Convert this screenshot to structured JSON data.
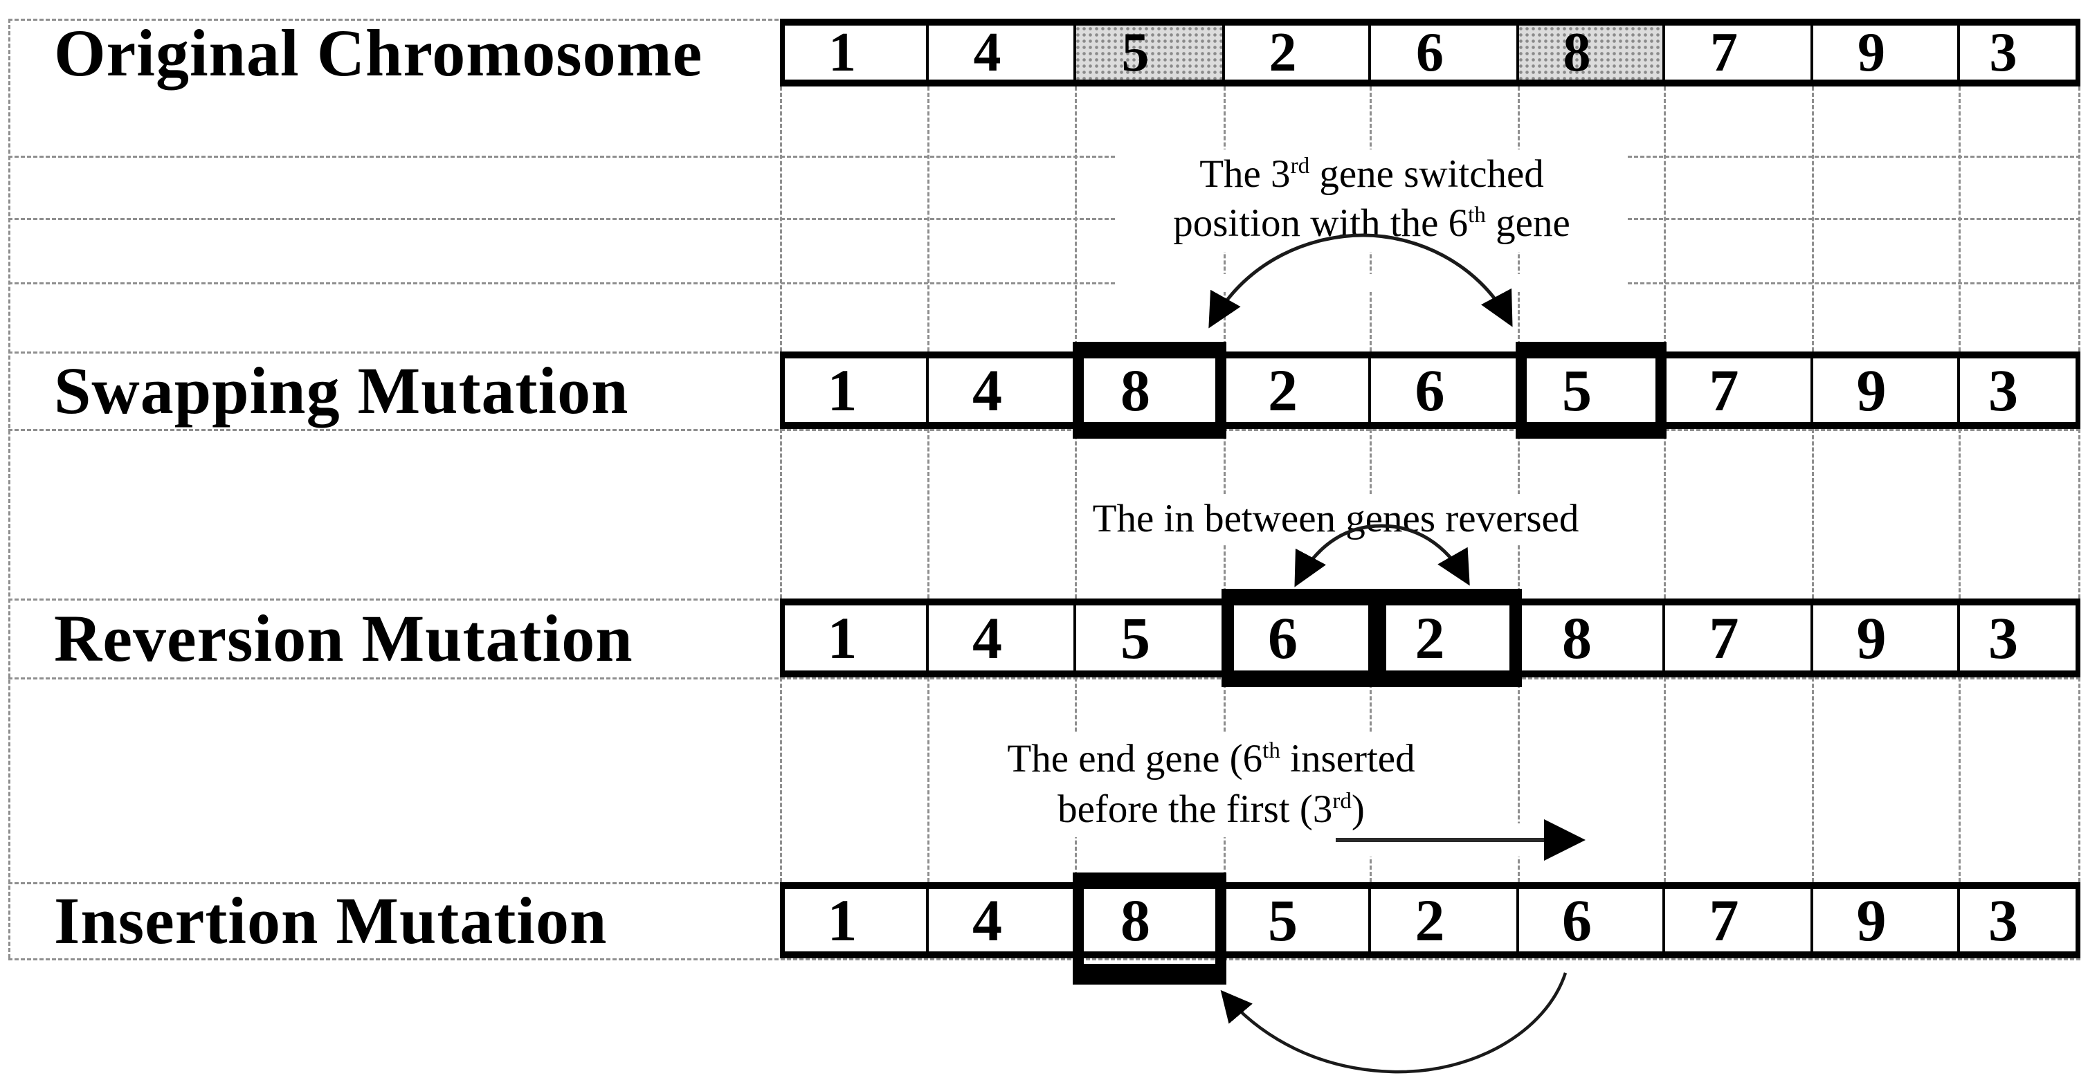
{
  "rows": [
    {
      "label": "Original Chromosome",
      "genes": [
        "1",
        "4",
        "5",
        "2",
        "6",
        "8",
        "7",
        "9",
        "3"
      ]
    },
    {
      "label": "Swapping Mutation",
      "genes": [
        "1",
        "4",
        "8",
        "2",
        "6",
        "5",
        "7",
        "9",
        "3"
      ]
    },
    {
      "label": "Reversion Mutation",
      "genes": [
        "1",
        "4",
        "5",
        "6",
        "2",
        "8",
        "7",
        "9",
        "3"
      ]
    },
    {
      "label": "Insertion Mutation",
      "genes": [
        "1",
        "4",
        "8",
        "5",
        "2",
        "6",
        "7",
        "9",
        "3"
      ]
    }
  ],
  "highlights": {
    "original_shaded_genes": [
      "5",
      "8"
    ],
    "swap_boxed_genes": [
      "8",
      "5"
    ],
    "reversion_boxed_genes": [
      "6",
      "2"
    ],
    "insertion_boxed_genes": [
      "8"
    ]
  },
  "annotations": {
    "swap": {
      "l1a": "The 3",
      "l1sup": "rd",
      "l1b": " gene switched",
      "l2a": "position with the 6",
      "l2sup": "th",
      "l2b": " gene"
    },
    "reversion": {
      "text": "The in between genes reversed"
    },
    "insertion": {
      "l1a": "The end gene (6",
      "l1sup": "th",
      "l1b": " inserted",
      "l2a": "before the first (3",
      "l2sup": "rd",
      "l2b": ")"
    }
  },
  "colors": {
    "ink": "#000000",
    "grid_line": "#8f8f8f",
    "shade_fill": "#dcdcdc",
    "shade_dot": "#8a8a8a"
  }
}
